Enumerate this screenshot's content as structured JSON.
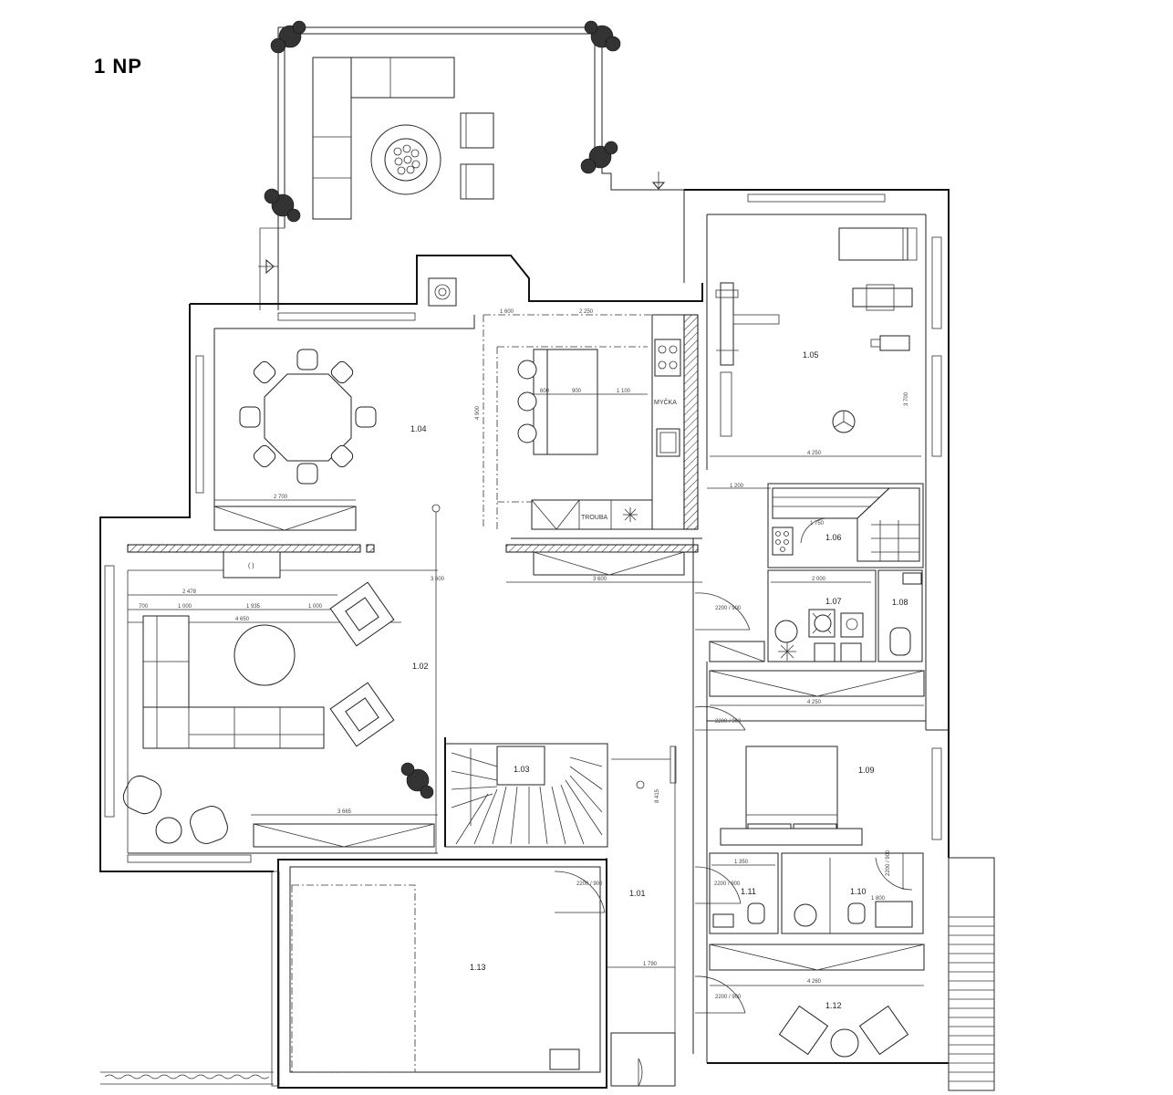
{
  "floor_label": "1 NP",
  "rooms": {
    "r101": "1.01",
    "r102": "1.02",
    "r103": "1.03",
    "r104": "1.04",
    "r105": "1.05",
    "r106": "1.06",
    "r107": "1.07",
    "r108": "1.08",
    "r109": "1.09",
    "r110": "1.10",
    "r111": "1.11",
    "r112": "1.12",
    "r113": "1.13"
  },
  "labels": {
    "myčka": "MYČKA",
    "trouba": "TROUBA"
  },
  "dimensions": {
    "d2700": "2 700",
    "d1600": "1 600",
    "d2250": "2 250",
    "d4900": "4 900",
    "d900a": "900",
    "d600": "600",
    "d1100": "1 100",
    "d3600a": "3 600",
    "d3600b": "3 600",
    "d4250a": "4 250",
    "d1200": "1 200",
    "d3700": "3 700",
    "d1750": "1 750",
    "d2000": "2 000",
    "d4250b": "4 250",
    "d3665": "3 665",
    "d2478": "2 478",
    "d4650": "4 650",
    "d1000a": "1 000",
    "d1935": "1 935",
    "d1000b": "1 000",
    "d700": "700",
    "d1350": "1 350",
    "d1800": "1 800",
    "d1790": "1 790",
    "d4260": "4 260",
    "d8415": "8 415"
  },
  "doors": {
    "d1": "2200 / 900",
    "d2": "2200 / 900",
    "d3": "2200 / 900",
    "d4": "2200 / 900",
    "d5": "2200 / 900",
    "d6": "2200 / 900"
  }
}
